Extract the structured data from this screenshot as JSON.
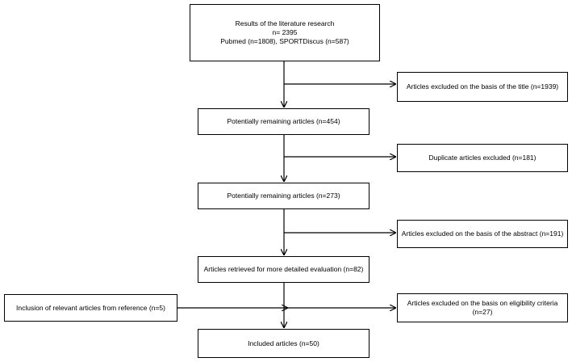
{
  "flow": {
    "search": {
      "line1": "Results of the literature research",
      "line2": "n= 2395",
      "line3": "Pubmed (n=1808), SPORTDiscus (n=587)"
    },
    "excluded_title": "Articles excluded on the basis of the title (n=1939)",
    "remaining_1": "Potentially remaining articles (n=454)",
    "duplicates": "Duplicate articles excluded (n=181)",
    "remaining_2": "Potentially remaining articles (n=273)",
    "excluded_abstract": "Articles excluded on the basis of the abstract (n=191)",
    "retrieved": "Articles retrieved for more detailed evaluation (n=82)",
    "references": "Inclusion of relevant articles from reference (n=5)",
    "excluded_eligibility": {
      "line1": "Articles excluded on the basis on eligibility criteria",
      "line2": "(n=27)"
    },
    "included": "Included articles (n=50)"
  }
}
